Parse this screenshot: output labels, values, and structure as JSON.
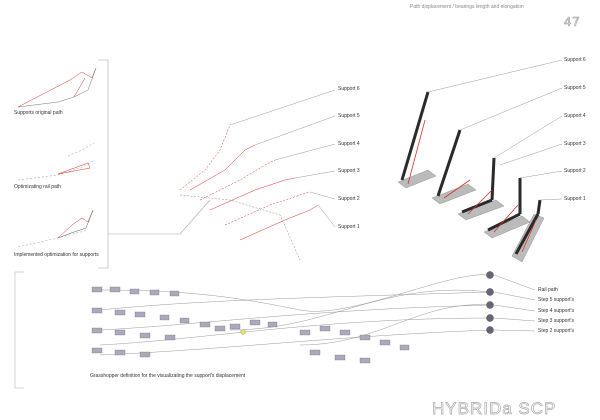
{
  "header": {
    "title": "Path displacement / bearings length and elongation",
    "page_number": "47"
  },
  "left_panel": {
    "labels": [
      "Supports original path",
      "Optimizating rail path",
      "Implemented optimization for supports"
    ]
  },
  "middle_diagram": {
    "supports": [
      "Support 6",
      "Support 5",
      "Support 4",
      "Support 3",
      "Support 2",
      "Support 1"
    ]
  },
  "model_3d": {
    "supports": [
      "Support 6",
      "Support 5",
      "Support 4",
      "Support 3",
      "Support 2",
      "Support 1"
    ]
  },
  "grasshopper": {
    "caption": "Grasshopper definition for the visualizating the support's displacement",
    "outputs": [
      "Rail path",
      "Step 5 support's",
      "Step 4 support's",
      "Step 3 support's",
      "Step 2 support's"
    ]
  },
  "footer": {
    "logo": "HYBRIDa SCP"
  },
  "colors": {
    "red": "#d9302b",
    "dark": "#2a2a2a",
    "line": "#888888"
  }
}
